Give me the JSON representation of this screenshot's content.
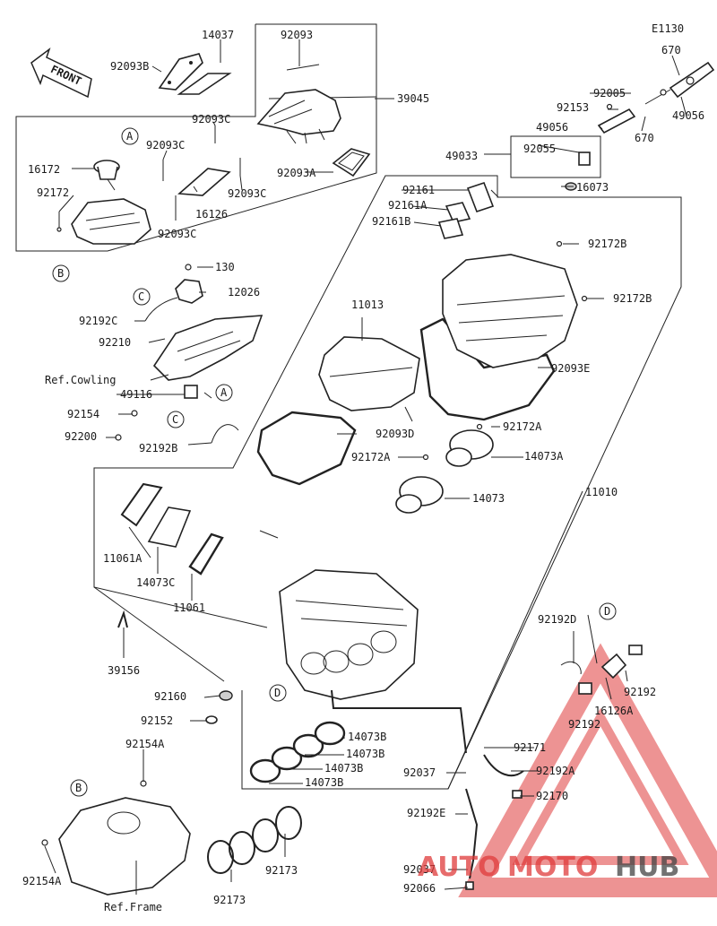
{
  "diagram_code": "E1130",
  "front_label": "FRONT",
  "refs": {
    "cowling": "Ref.Cowling",
    "frame": "Ref.Frame"
  },
  "callouts": {
    "A": "A",
    "B": "B",
    "C": "C",
    "D": "D"
  },
  "labels": {
    "p14037": "14037",
    "p92093": "92093",
    "p92093B": "92093B",
    "p39045": "39045",
    "p92093C_a": "92093C",
    "p92093C_b": "92093C",
    "p92093C_c": "92093C",
    "p92093C_d": "92093C",
    "p16172": "16172",
    "p92172": "92172",
    "p16126": "16126",
    "p92093A": "92093A",
    "p130": "130",
    "p12026": "12026",
    "p92192C": "92192C",
    "p92210": "92210",
    "p49116": "49116",
    "p92154": "92154",
    "p92200": "92200",
    "p92192B": "92192B",
    "p11013": "11013",
    "p92093D": "92093D",
    "p11061A": "11061A",
    "p14073C": "14073C",
    "p11061": "11061",
    "p39156": "39156",
    "p92160": "92160",
    "p92152": "92152",
    "p92154A_a": "92154A",
    "p92154A_b": "92154A",
    "p92173_a": "92173",
    "p92173_b": "92173",
    "p14073B_a": "14073B",
    "p14073B_b": "14073B",
    "p14073B_c": "14073B",
    "p14073B_d": "14073B",
    "p670_a": "670",
    "p670_b": "670",
    "p92005": "92005",
    "p92153": "92153",
    "p49056_a": "49056",
    "p49056_b": "49056",
    "p49033": "49033",
    "p92055": "92055",
    "p16073": "16073",
    "p92161": "92161",
    "p92161A": "92161A",
    "p92161B": "92161B",
    "p92172B_a": "92172B",
    "p92172B_b": "92172B",
    "p92093E": "92093E",
    "p92172A_a": "92172A",
    "p92172A_b": "92172A",
    "p14073A": "14073A",
    "p14073": "14073",
    "p11010": "11010",
    "p92192D": "92192D",
    "p92192_a": "92192",
    "p92192_b": "92192",
    "p16126A": "16126A",
    "p92171": "92171",
    "p92037_a": "92037",
    "p92037_b": "92037",
    "p92192A": "92192A",
    "p92170": "92170",
    "p92192E": "92192E",
    "p92066": "92066"
  },
  "watermark": {
    "part1": "AUTO",
    "part2": "MOTO",
    "part3": "HUB",
    "color_red": "#e03b3b",
    "color_dark": "#444444"
  }
}
